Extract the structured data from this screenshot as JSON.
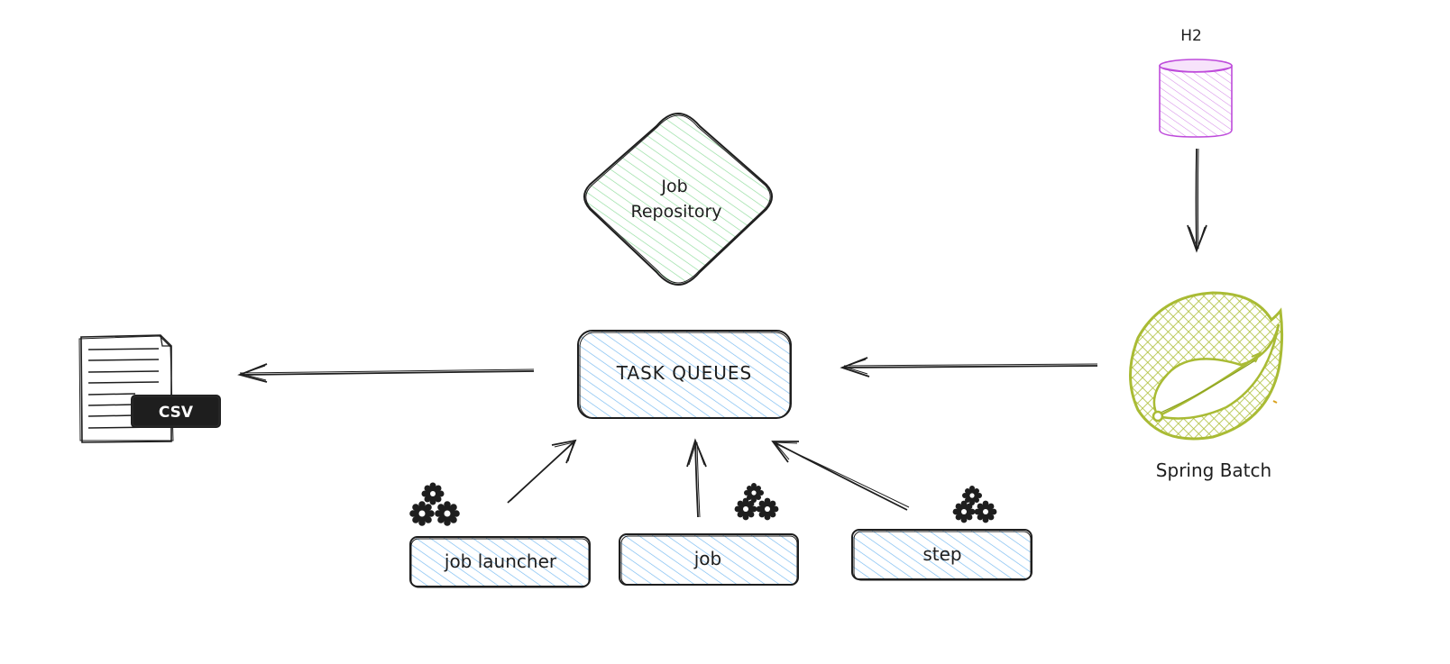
{
  "nodes": {
    "job_repository": {
      "line1": "Job",
      "line2": "Repository",
      "fill": "#b2f2bb"
    },
    "task_queues": {
      "label": "TASK QUEUES",
      "fill": "#a5d8ff"
    },
    "job_launcher": {
      "label": "job launcher",
      "fill": "#a5d8ff"
    },
    "job": {
      "label": "job",
      "fill": "#a5d8ff"
    },
    "step": {
      "label": "step",
      "fill": "#a5d8ff"
    },
    "h2": {
      "label": "H2",
      "fill": "#e599f7"
    },
    "spring_batch": {
      "label": "Spring Batch",
      "fill": "#c0ca33"
    },
    "csv_file": {
      "badge": "CSV"
    }
  },
  "icons": {
    "file": "document-icon",
    "gears": "gears-icon",
    "database": "database-icon",
    "spring_logo": "spring-leaf-icon"
  },
  "colors": {
    "stroke": "#1e1e1e",
    "blue_fill": "#a5d8ff",
    "green_fill": "#b2f2bb",
    "purple_stroke": "#be4bdb",
    "spring_green": "#9ab23a"
  }
}
